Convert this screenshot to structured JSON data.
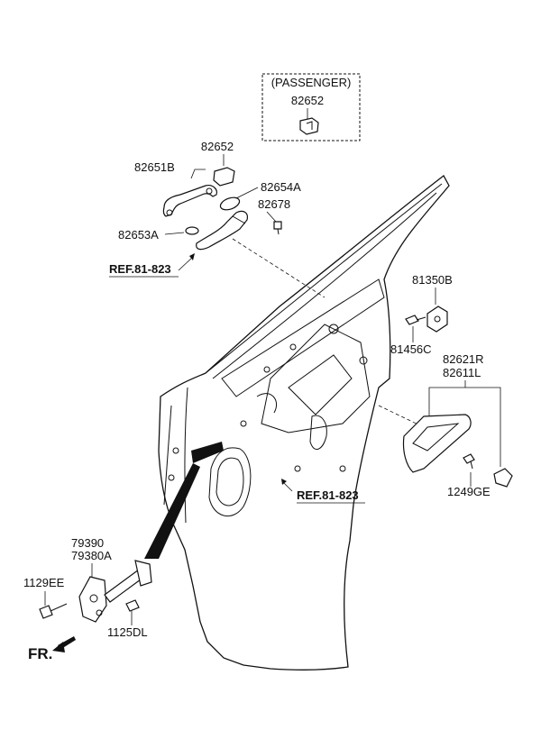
{
  "labels": {
    "passenger_box_title": "(PASSENGER)",
    "p82652_passenger": "82652",
    "p82652": "82652",
    "p82651b": "82651B",
    "p82654a": "82654A",
    "p82678": "82678",
    "p82653a": "82653A",
    "ref_upper": "REF.81-823",
    "p81350b": "81350B",
    "p81456c": "81456C",
    "p82621r": "82621R",
    "p82611l": "82611L",
    "p1249ge": "1249GE",
    "ref_lower": "REF.81-823",
    "p79390": "79390",
    "p79380a": "79380A",
    "p1129ee": "1129EE",
    "p1125dl": "1125DL",
    "fr": "FR."
  }
}
